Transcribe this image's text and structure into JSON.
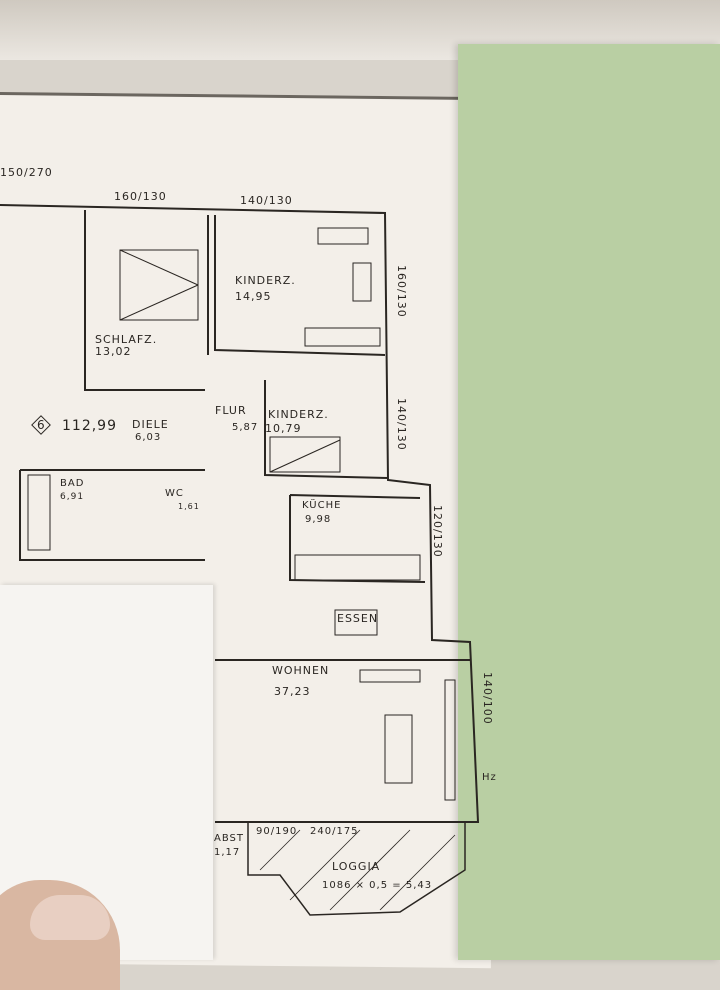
{
  "rooms": [
    {
      "name": "SCHLAFZ.",
      "area": "13,02"
    },
    {
      "name": "KINDERZ.",
      "area": "14,95"
    },
    {
      "name": "KINDERZ.",
      "area": "10,79"
    },
    {
      "name": "DIELE",
      "area": "6,03"
    },
    {
      "name": "FLUR",
      "area": "5,87"
    },
    {
      "name": "BAD",
      "area": "6,91"
    },
    {
      "name": "WC",
      "area": "1,61"
    },
    {
      "name": "KÜCHE",
      "area": "9,98"
    },
    {
      "name": "ESSEN",
      "area": ""
    },
    {
      "name": "WOHNEN",
      "area": "37,23"
    },
    {
      "name": "ABST",
      "area": "1,17"
    },
    {
      "name": "LOGGIA",
      "area": "1086 × 0,5 = 5,43"
    }
  ],
  "unit": {
    "number": "6",
    "total_area": "112,99"
  },
  "window_dims": [
    "150/270",
    "160/130",
    "140/130",
    "160/130",
    "140/130",
    "120/130",
    "140/100",
    "90/190",
    "240/175"
  ],
  "misc_label": "Hz"
}
